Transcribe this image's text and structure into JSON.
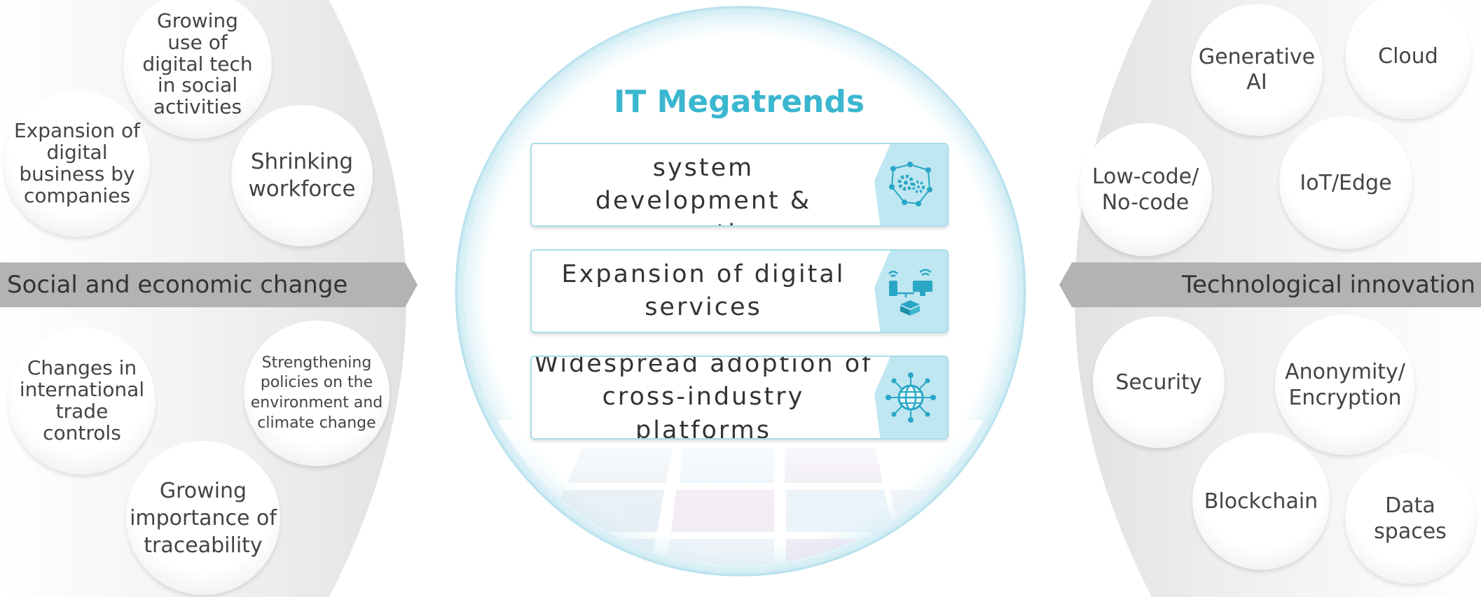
{
  "center": {
    "title": "IT Megatrends",
    "cards": [
      {
        "label": "Transformation of system development & operation",
        "lines": [
          "Transformation of system",
          "development & operation"
        ],
        "icon": "network-gears-icon"
      },
      {
        "label": "Expansion of digital services",
        "lines": [
          "Expansion of digital",
          "services"
        ],
        "icon": "devices-cloud-icon"
      },
      {
        "label": "Widespread adoption of cross-industry platforms",
        "lines": [
          "Widespread adoption of",
          "cross-industry platforms"
        ],
        "icon": "globe-network-icon"
      }
    ]
  },
  "left": {
    "banner": "Social and economic change",
    "bubbles": [
      {
        "lines": [
          "Growing",
          "use of",
          "digital tech",
          "in social",
          "activities"
        ]
      },
      {
        "lines": [
          "Expansion of",
          "digital",
          "business by",
          "companies"
        ]
      },
      {
        "lines": [
          "Shrinking",
          "workforce"
        ]
      },
      {
        "lines": [
          "Changes in",
          "international",
          "trade",
          "controls"
        ]
      },
      {
        "lines": [
          "Strengthening",
          "policies on the",
          "environment and",
          "climate change"
        ]
      },
      {
        "lines": [
          "Growing",
          "importance of",
          "traceability"
        ]
      }
    ]
  },
  "right": {
    "banner": "Technological innovation",
    "bubbles": [
      {
        "lines": [
          "Generative",
          "AI"
        ]
      },
      {
        "lines": [
          "Cloud"
        ]
      },
      {
        "lines": [
          "Low-code/",
          "No-code"
        ]
      },
      {
        "lines": [
          "IoT/Edge"
        ]
      },
      {
        "lines": [
          "Security"
        ]
      },
      {
        "lines": [
          "Anonymity/",
          "Encryption"
        ]
      },
      {
        "lines": [
          "Blockchain"
        ]
      },
      {
        "lines": [
          "Data",
          "spaces"
        ]
      }
    ]
  },
  "colors": {
    "accent": "#3bb6d0",
    "banner": "#b3b3b3",
    "card_border": "#a8dce9",
    "icon_bg": "#bfe7f1",
    "icon_fg": "#2aa7c6"
  }
}
